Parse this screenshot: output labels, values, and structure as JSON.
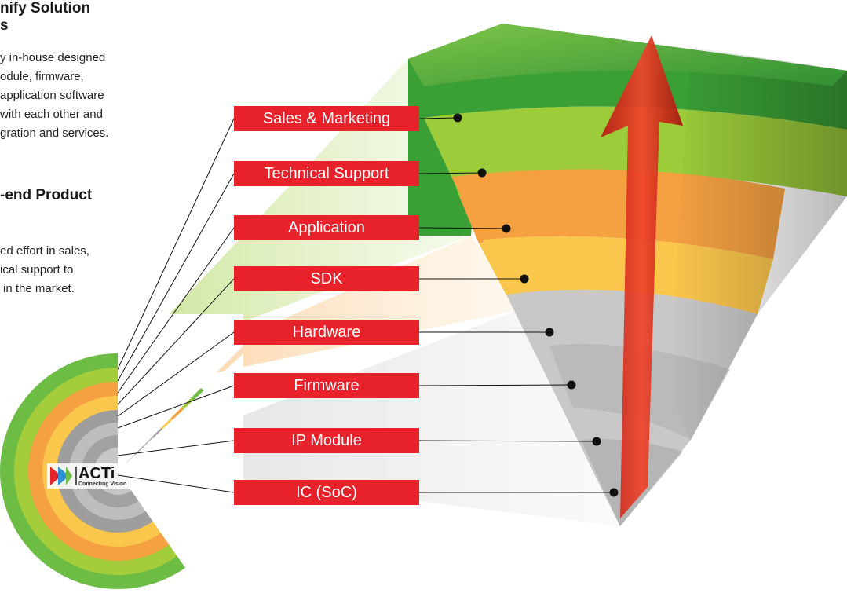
{
  "text": {
    "heading1_line1": "nify Solution",
    "heading1_line2": "s",
    "para1": [
      "y in-house designed",
      "odule, firmware,",
      "application software",
      "with each other and",
      "gration and services."
    ],
    "heading2": "-end Product",
    "para2": [
      "ed effort in sales,",
      "ical support to",
      "in the market."
    ]
  },
  "layers": [
    {
      "label": "Sales & Marketing",
      "band": "green-dark"
    },
    {
      "label": "Technical Support",
      "band": "green-light"
    },
    {
      "label": "Application",
      "band": "orange"
    },
    {
      "label": "SDK",
      "band": "yellow-orange"
    },
    {
      "label": "Hardware",
      "band": "gray"
    },
    {
      "label": "Firmware",
      "band": "gray"
    },
    {
      "label": "IP Module",
      "band": "gray"
    },
    {
      "label": "IC (SoC)",
      "band": "gray"
    }
  ],
  "logo": {
    "name": "ACTi",
    "tagline": "Connecting Vision"
  },
  "colors": {
    "label_bg": "#e8222b",
    "green_dark": "#3aa036",
    "green_light": "#9ccc3a",
    "orange": "#f5a142",
    "yellow": "#fbc64c",
    "gray": "#b9b9b9",
    "arrow": "#e3261c"
  }
}
